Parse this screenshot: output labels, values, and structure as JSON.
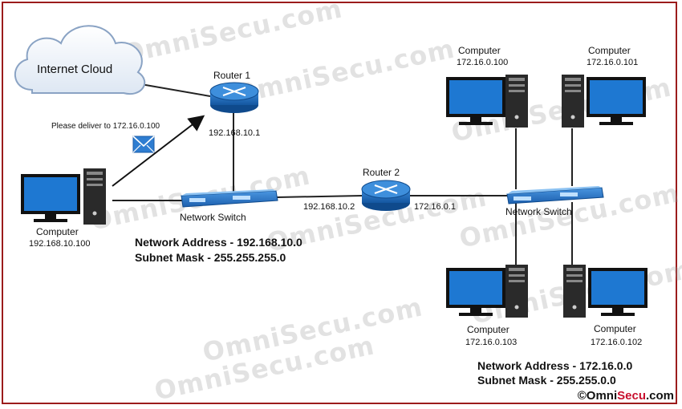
{
  "cloud": {
    "label": "Internet Cloud"
  },
  "router1": {
    "label": "Router 1",
    "ip": "192.168.10.1"
  },
  "router2": {
    "label": "Router 2",
    "ip_left": "192.168.10.2",
    "ip_right": "172.16.0.1"
  },
  "message": {
    "text": "Please deliver to 172.16.0.100"
  },
  "left_network": {
    "computer_label": "Computer",
    "computer_ip": "192.168.10.100",
    "switch_label": "Network Switch",
    "network_address": "Network Address - 192.168.10.0",
    "subnet_mask": "Subnet Mask - 255.255.255.0"
  },
  "right_network": {
    "switch_label": "Network Switch",
    "computers": [
      {
        "label": "Computer",
        "ip": "172.16.0.100"
      },
      {
        "label": "Computer",
        "ip": "172.16.0.101"
      },
      {
        "label": "Computer",
        "ip": "172.16.0.103"
      },
      {
        "label": "Computer",
        "ip": "172.16.0.102"
      }
    ],
    "network_address": "Network Address - 172.16.0.0",
    "subnet_mask": "Subnet Mask - 255.255.0.0"
  },
  "watermark": "OmniSecu.com",
  "brand": {
    "prefix": "©",
    "omni": "Omni",
    "secu": "Secu",
    "suffix": ".com"
  },
  "colors": {
    "monitor": "#1e78d2",
    "router": "#1f6fbf",
    "frame": "#9b1c1c",
    "brand_red": "#c8102e"
  }
}
